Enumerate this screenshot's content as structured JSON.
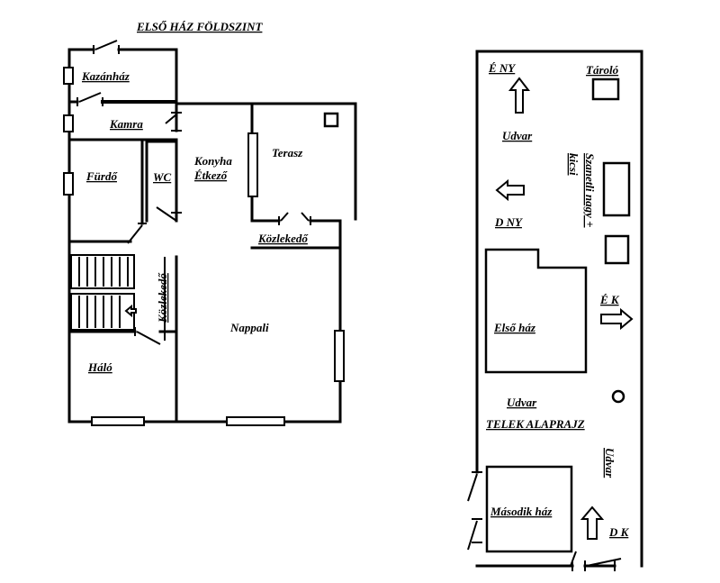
{
  "titles": {
    "floor_plan": "ELSŐ HÁZ  FÖLDSZINT",
    "site_plan": "TELEK ALAPRAJZ"
  },
  "rooms": {
    "kazanhaz": "Kazánház",
    "kamra": "Kamra",
    "furdo": "Fürdő",
    "wc": "WC",
    "konyha_1": "Konyha",
    "konyha_2": "Étkező",
    "terasz": "Terasz",
    "kozlekedo_1": "Közlekedő",
    "kozlekedo_2": "Közlekedő",
    "nappali": "Nappali",
    "halo": "Háló"
  },
  "site": {
    "e_ny": "É NY",
    "taro": "Tároló",
    "udvar_1": "Udvar",
    "szaneti_1": "Szanetli nagy +",
    "szaneti_2": "kicsi",
    "d_ny": "D NY",
    "e_k": "É K",
    "elso_haz": "Első ház",
    "udvar_2": "Udvar",
    "udvar_3": "Udvar",
    "masodik_haz": "Második ház",
    "d_k": "D K"
  }
}
